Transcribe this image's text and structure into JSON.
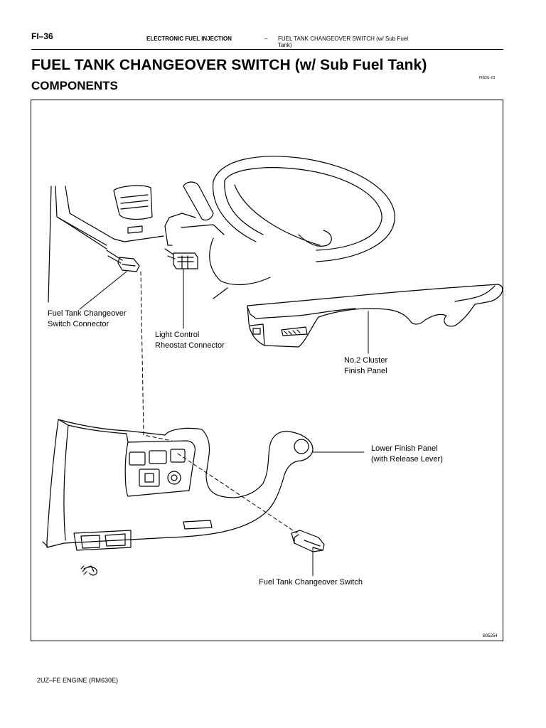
{
  "header": {
    "page_number": "FI–36",
    "section": "ELECTRONIC FUEL INJECTION",
    "separator": "–",
    "topic_line1": "FUEL TANK CHANGEOVER SWITCH (w/ Sub Fuel",
    "topic_line2": "Tank)"
  },
  "title": "FUEL TANK CHANGEOVER SWITCH (w/ Sub Fuel Tank)",
  "subtitle": "COMPONENTS",
  "figure_ref": "FI0DS–01",
  "figure": {
    "labels": {
      "switch_connector": [
        "Fuel Tank Changeover",
        "Switch Connector"
      ],
      "rheostat_connector": [
        "Light Control",
        "Rheostat Connector"
      ],
      "cluster_panel": [
        "No.2 Cluster",
        "Finish Panel"
      ],
      "lower_panel": [
        "Lower Finish Panel",
        "(with Release Lever)"
      ],
      "switch": "Fuel Tank Changeover Switch"
    },
    "illustration_id": "B05254"
  },
  "footer": "2UZ–FE ENGINE   (RM630E)"
}
